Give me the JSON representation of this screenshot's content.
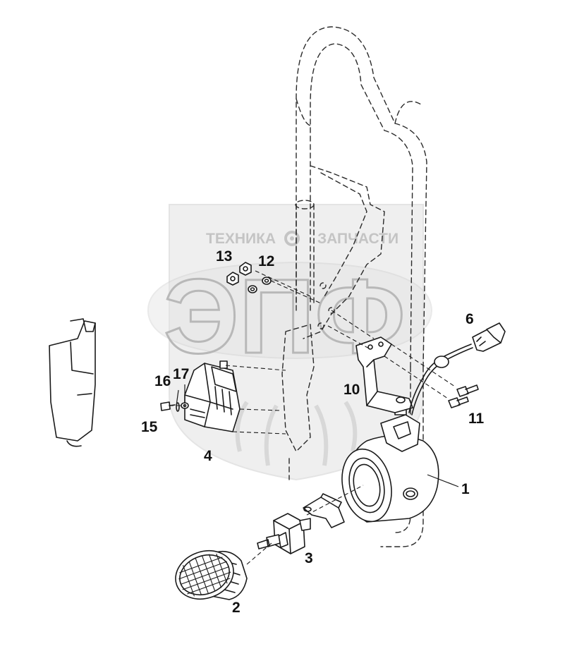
{
  "watermark": {
    "brand_line_left": "ТЕХНИКА",
    "brand_line_right": "ЗАПЧАСТИ",
    "logo_letters": "ЭПФ"
  },
  "callouts": [
    {
      "id": "1",
      "label": "1"
    },
    {
      "id": "2",
      "label": "2"
    },
    {
      "id": "3",
      "label": "3"
    },
    {
      "id": "4",
      "label": "4"
    },
    {
      "id": "6",
      "label": "6"
    },
    {
      "id": "10",
      "label": "10"
    },
    {
      "id": "11",
      "label": "11"
    },
    {
      "id": "12",
      "label": "12"
    },
    {
      "id": "13",
      "label": "13"
    },
    {
      "id": "15",
      "label": "15"
    },
    {
      "id": "16",
      "label": "16"
    },
    {
      "id": "17",
      "label": "17"
    }
  ]
}
